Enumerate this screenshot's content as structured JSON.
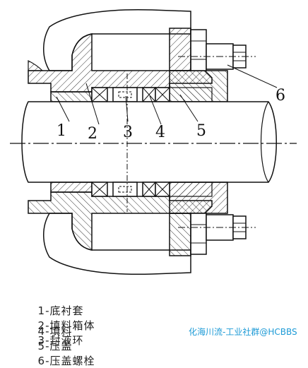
{
  "callouts": {
    "n1": "1",
    "n2": "2",
    "n3": "3",
    "n4": "4",
    "n5": "5",
    "n6": "6"
  },
  "legend": {
    "row1": [
      "1-底衬套",
      "2-填料箱体",
      "3-封液环"
    ],
    "row2": [
      "4-填料",
      "5-压盖",
      "6-压盖螺栓"
    ]
  },
  "watermark": "化海川流-工业社群@HCBBS",
  "colors": {
    "line": "#111111",
    "hatch": "#333333",
    "watermark": "#1c9ad6"
  }
}
